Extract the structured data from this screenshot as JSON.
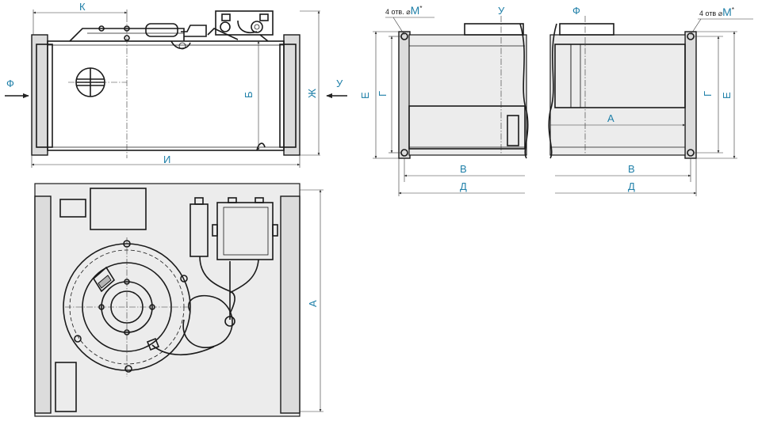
{
  "labels": {
    "k": "К",
    "f": "Ф",
    "u": "У",
    "b": "Б",
    "zh": "Ж",
    "i": "И",
    "a": "А",
    "e": "Е",
    "g": "Г",
    "v": "В",
    "d": "Д"
  },
  "notes": {
    "holes_prefix": "4 отв. ⌀",
    "holes_prefix_right": "4 отв ⌀",
    "holes_m": "М",
    "holes_star": "*"
  },
  "colors": {
    "label": "#1e7fa8",
    "line": "#1a1a1a"
  }
}
